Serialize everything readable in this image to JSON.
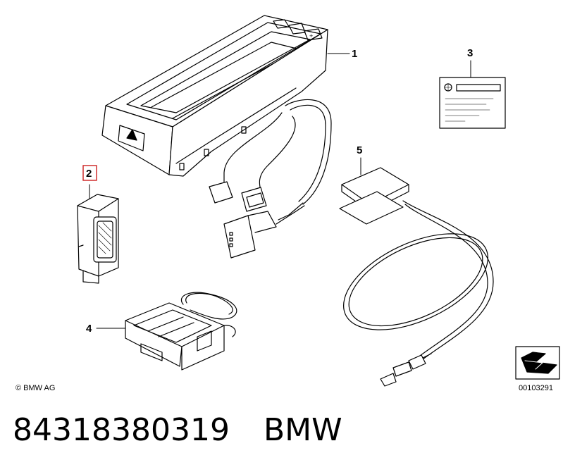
{
  "callouts": {
    "c1": "1",
    "c2": "2",
    "c3": "3",
    "c4": "4",
    "c5": "5"
  },
  "highlight_color": "#cc2020",
  "copyright": "© BMW AG",
  "diagram_id": "00103291",
  "part_number": "84318380319",
  "brand": "BMW",
  "icons": {
    "cradle": "phone-cradle",
    "manual": "manual-booklet",
    "bracket": "adapter-bracket",
    "plate": "mounting-plate",
    "antenna": "antenna-cable",
    "arrow": "diagram-arrow-icon"
  }
}
